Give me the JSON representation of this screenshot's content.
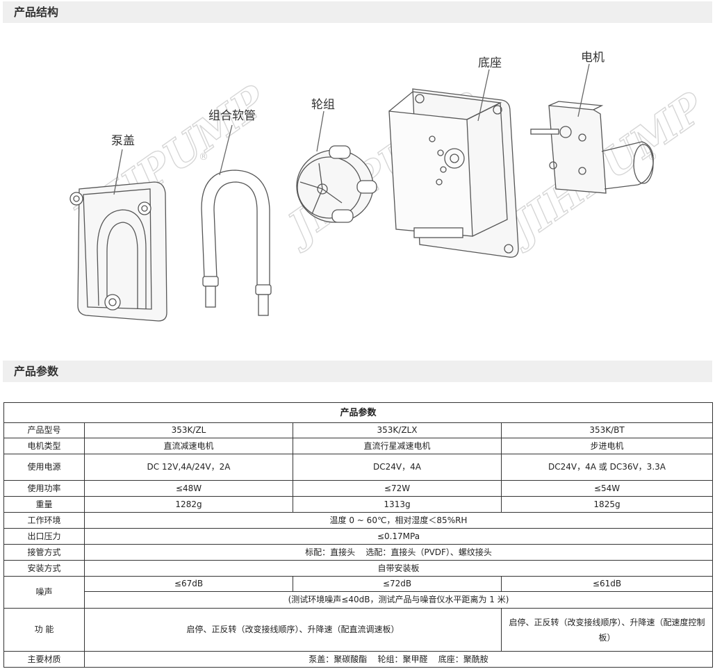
{
  "sections": {
    "structure_title": "产品结构",
    "params_title": "产品参数"
  },
  "diagram": {
    "labels": {
      "pump_cover": "泵盖",
      "tube": "组合软管",
      "roller": "轮组",
      "base": "底座",
      "motor": "电机"
    },
    "watermark": "JIHPUMP",
    "watermark_mark": "®"
  },
  "table": {
    "title": "产品参数",
    "rows": {
      "model": {
        "label": "产品型号",
        "values": [
          "353K/ZL",
          "353K/ZLX",
          "353K/BT"
        ]
      },
      "motor_type": {
        "label": "电机类型",
        "values": [
          "直流减速电机",
          "直流行星减速电机",
          "步进电机"
        ]
      },
      "power_supply": {
        "label": "使用电源",
        "values": [
          "DC 12V,4A/24V，2A",
          "DC24V，4A",
          "DC24V，4A 或 DC36V，3.3A"
        ]
      },
      "power": {
        "label": "使用功率",
        "values": [
          "≤48W",
          "≤72W",
          "≤54W"
        ]
      },
      "weight": {
        "label": "重量",
        "values": [
          "1282g",
          "1313g",
          "1825g"
        ]
      },
      "environment": {
        "label": "工作环境",
        "value": "温度 0 ~ 60℃，相对湿度＜85%RH"
      },
      "outlet_pressure": {
        "label": "出口压力",
        "value": "≤0.17MPa"
      },
      "connection": {
        "label": "接管方式",
        "value": "标配：直接头    选配：直接头（PVDF）、螺纹接头"
      },
      "installation": {
        "label": "安装方式",
        "value": "自带安装板"
      },
      "noise": {
        "label": "噪声",
        "values": [
          "≤67dB",
          "≤72dB",
          "≤61dB"
        ],
        "note": "(测试环境噪声≤40dB，测试产品与噪音仪水平距离为 1 米)"
      },
      "function": {
        "label": "功 能",
        "values": [
          "启停、正反转（改变接线顺序）、升降速（配直流调速板）",
          "启停、正反转（改变接线顺序）、升降速（配速度控制板）"
        ]
      },
      "material": {
        "label": "主要材质",
        "value": "泵盖：聚碳酸酯    轮组：聚甲醛    底座：聚酰胺"
      }
    }
  }
}
